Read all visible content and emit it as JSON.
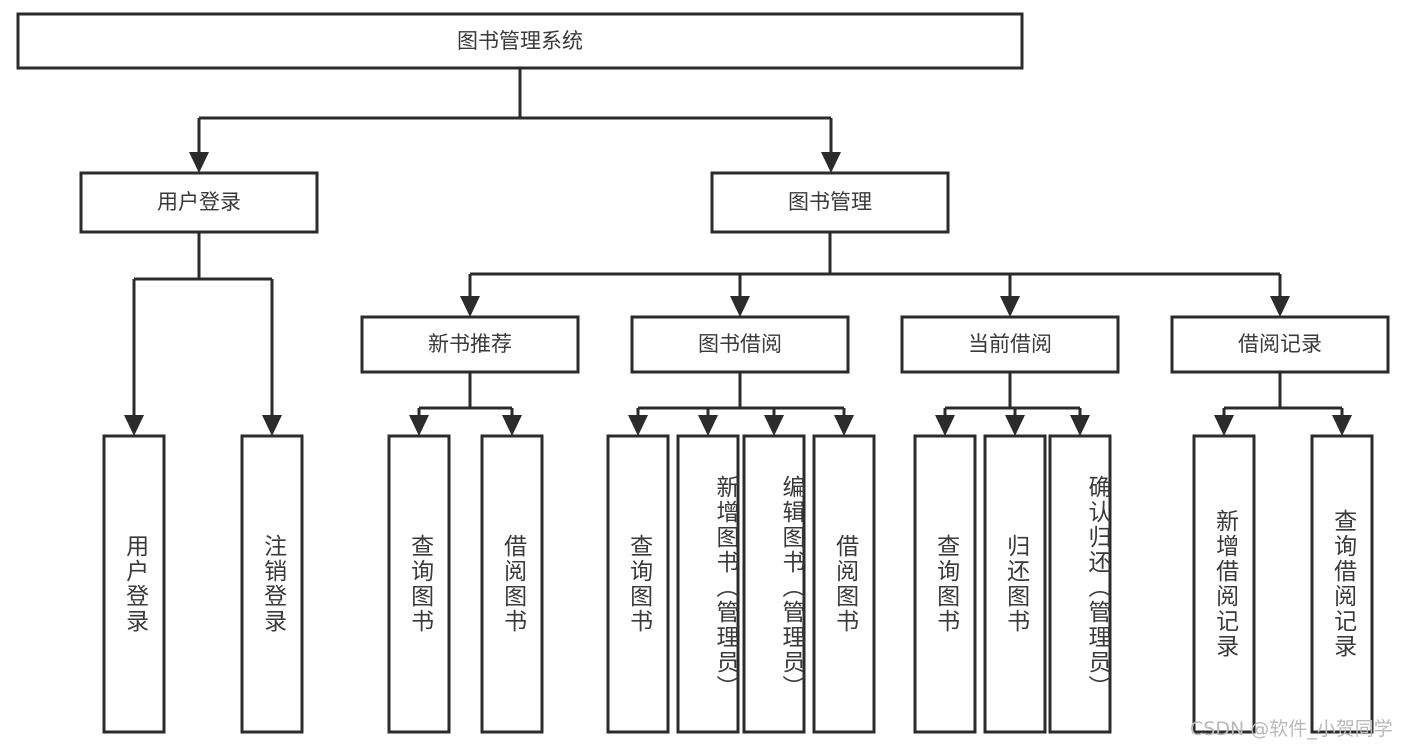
{
  "diagram": {
    "title": "图书管理系统",
    "type": "functional-structure-tree",
    "orientation": "top-down",
    "colors": {
      "box_stroke": "#2b2b2b",
      "box_fill": "#ffffff",
      "text": "#3a3a3a",
      "background": "#ffffff",
      "watermark": "#b9b9b9"
    },
    "levels": [
      {
        "level": 1,
        "nodes": [
          {
            "id": "root",
            "label": "图书管理系统",
            "orientation": "horizontal"
          }
        ]
      },
      {
        "level": 2,
        "nodes": [
          {
            "id": "user-login",
            "label": "用户登录",
            "orientation": "horizontal",
            "parent": "root"
          },
          {
            "id": "book-manage",
            "label": "图书管理",
            "orientation": "horizontal",
            "parent": "root"
          }
        ]
      },
      {
        "level": 3,
        "nodes": [
          {
            "id": "new-book-rec",
            "label": "新书推荐",
            "orientation": "horizontal",
            "parent": "book-manage"
          },
          {
            "id": "book-borrow",
            "label": "图书借阅",
            "orientation": "horizontal",
            "parent": "book-manage"
          },
          {
            "id": "current-borrow",
            "label": "当前借阅",
            "orientation": "horizontal",
            "parent": "book-manage"
          },
          {
            "id": "borrow-record",
            "label": "借阅记录",
            "orientation": "horizontal",
            "parent": "book-manage"
          }
        ]
      },
      {
        "level": 4,
        "nodes": [
          {
            "id": "leaf-user-login",
            "label": "用户登录",
            "orientation": "vertical",
            "parent": "user-login"
          },
          {
            "id": "leaf-logout",
            "label": "注销登录",
            "orientation": "vertical",
            "parent": "user-login"
          },
          {
            "id": "leaf-query-book-1",
            "label": "查询图书",
            "orientation": "vertical",
            "parent": "new-book-rec"
          },
          {
            "id": "leaf-borrow-book-1",
            "label": "借阅图书",
            "orientation": "vertical",
            "parent": "new-book-rec"
          },
          {
            "id": "leaf-query-book-2",
            "label": "查询图书",
            "orientation": "vertical",
            "parent": "book-borrow"
          },
          {
            "id": "leaf-add-book",
            "label": "新增图书（管理员）",
            "orientation": "vertical",
            "parent": "book-borrow"
          },
          {
            "id": "leaf-edit-book",
            "label": "编辑图书（管理员）",
            "orientation": "vertical",
            "parent": "book-borrow"
          },
          {
            "id": "leaf-borrow-book-2",
            "label": "借阅图书",
            "orientation": "vertical",
            "parent": "book-borrow"
          },
          {
            "id": "leaf-query-book-3",
            "label": "查询图书",
            "orientation": "vertical",
            "parent": "current-borrow"
          },
          {
            "id": "leaf-return-book",
            "label": "归还图书",
            "orientation": "vertical",
            "parent": "current-borrow"
          },
          {
            "id": "leaf-confirm-return",
            "label": "确认归还（管理员）",
            "orientation": "vertical",
            "parent": "current-borrow"
          },
          {
            "id": "leaf-add-record",
            "label": "新增借阅记录",
            "orientation": "vertical",
            "parent": "borrow-record"
          },
          {
            "id": "leaf-query-record",
            "label": "查询借阅记录",
            "orientation": "vertical",
            "parent": "borrow-record"
          }
        ]
      }
    ],
    "watermark": "CSDN @软件_小贺同学"
  }
}
